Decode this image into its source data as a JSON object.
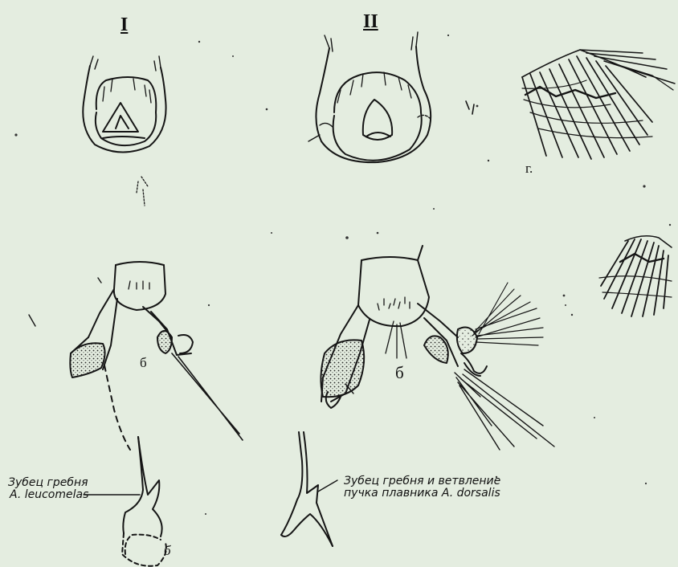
{
  "figure": {
    "panel_labels": {
      "first": "I",
      "second": "II"
    },
    "letters": {
      "v_left": "б",
      "v_right": "б",
      "g": "г.",
      "b": "б"
    },
    "annotations": {
      "left": {
        "line1": "Зубец гребня",
        "line2": "A. leucomelas"
      },
      "right": {
        "line1": "Зубец гребня и ветвление",
        "line2": "пучка плавника A. dorsalis"
      }
    }
  }
}
